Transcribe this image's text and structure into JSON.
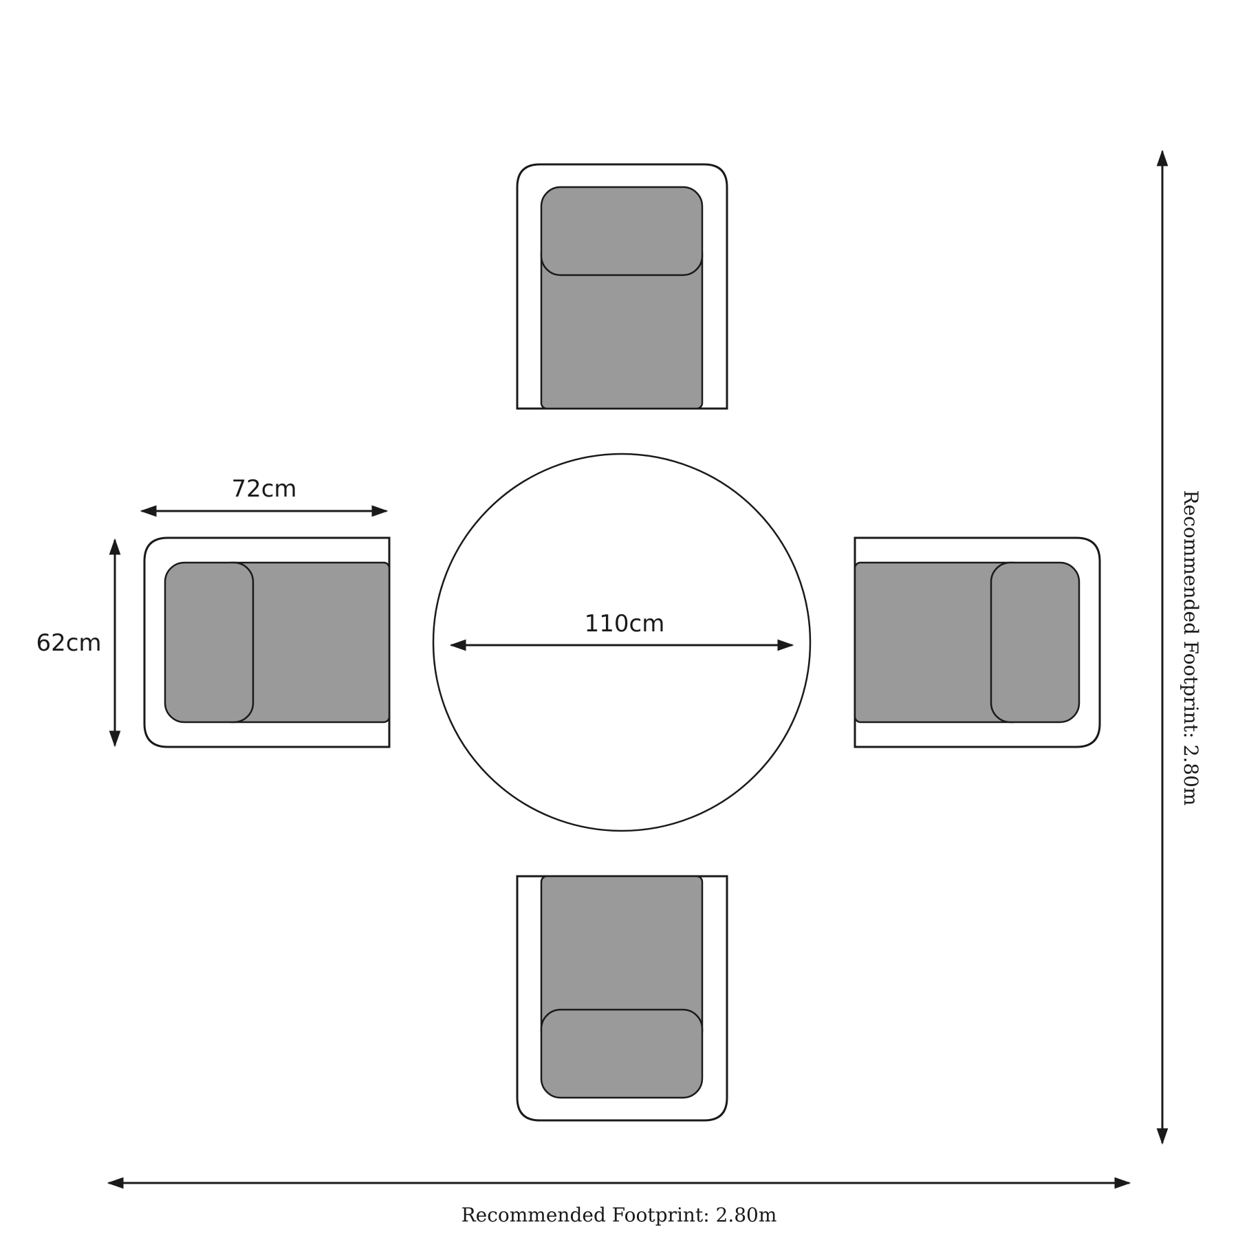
{
  "diagram": {
    "table_diameter_label": "110cm",
    "chair_width_label": "72cm",
    "chair_depth_label": "62cm",
    "footprint_horizontal_label": "Recommended Footprint: 2.80m",
    "footprint_vertical_label": "Recommended Footprint: 2.80m",
    "chairs": [
      "top",
      "left",
      "right",
      "bottom"
    ],
    "colors": {
      "line": "#1a1a1a",
      "cushion": "#9a9a9a",
      "background": "#ffffff"
    }
  }
}
